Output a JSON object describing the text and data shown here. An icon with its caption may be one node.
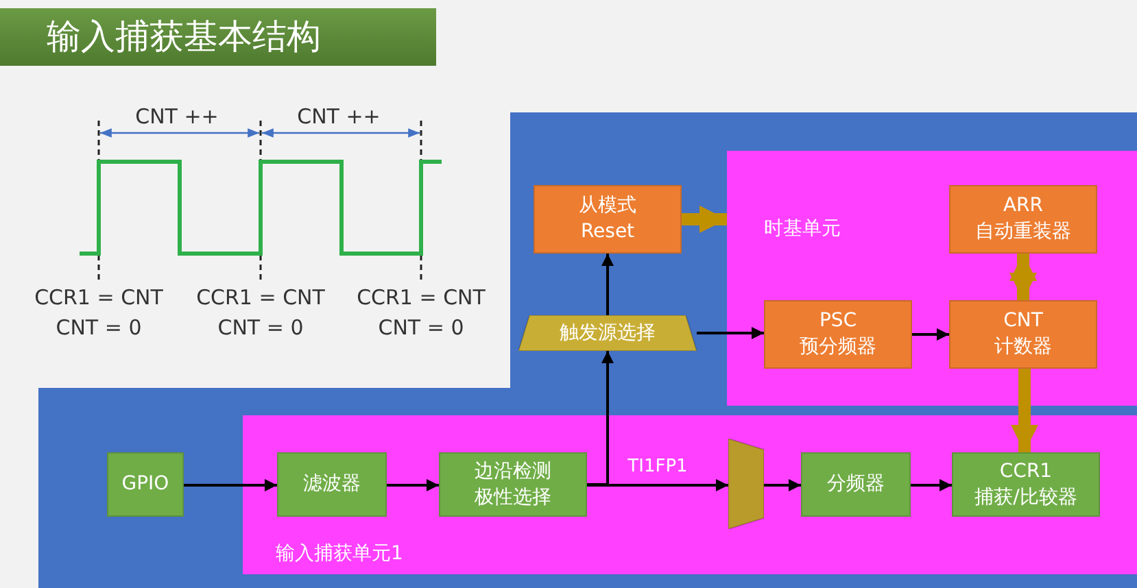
{
  "diagram": {
    "title": "输入捕获基本结构",
    "nodes": [
      {
        "text": [
          "时基单元"
        ]
      },
      {
        "text": [
          "ARR",
          "自动重装器"
        ],
        "in": 0
      },
      {
        "text": [
          "PSC",
          "预分频器"
        ],
        "in": 0
      },
      {
        "text": [
          "CNT",
          "计数器"
        ],
        "in": 0
      },
      {
        "text": [
          "从模式",
          "Reset"
        ]
      },
      {
        "text": [
          "触发源选择"
        ]
      },
      {
        "text": [
          "输入捕获单元1"
        ]
      },
      {
        "text": [
          "GPIO"
        ]
      },
      {
        "text": [
          "滤波器"
        ],
        "in": 6
      },
      {
        "text": [
          "边沿检测",
          "极性选择"
        ],
        "in": 6
      },
      {
        "text": [],
        "shape": "trapezoid",
        "in": 6
      },
      {
        "text": [
          "分频器"
        ],
        "in": 6
      },
      {
        "text": [
          "CCR1",
          "捕获/比较器"
        ],
        "in": 6
      }
    ],
    "edges": [
      {
        "from": 7,
        "to": 8,
        "arrow": "to"
      },
      {
        "from": 8,
        "to": 9,
        "arrow": "to"
      },
      {
        "from": 9,
        "to": 10,
        "arrow": "to",
        "label": "TI1FP1"
      },
      {
        "from": 9,
        "to": 5,
        "arrow": "to"
      },
      {
        "from": 10,
        "to": 11,
        "arrow": "to"
      },
      {
        "from": 11,
        "to": 12,
        "arrow": "to"
      },
      {
        "from": 5,
        "to": 4,
        "arrow": "to"
      },
      {
        "from": 5,
        "to": 2,
        "arrow": "to"
      },
      {
        "from": 2,
        "to": 3,
        "arrow": "to"
      },
      {
        "from": 4,
        "to": 0,
        "arrow": "to",
        "style": "thick",
        "color": "#bf9000"
      },
      {
        "from": 1,
        "to": 3,
        "arrow": "both",
        "style": "thick",
        "color": "#bf9000"
      },
      {
        "from": 3,
        "to": 12,
        "arrow": "to",
        "style": "thick",
        "color": "#bf9000"
      }
    ],
    "labels": [
      "CNT ++",
      "CNT ++",
      "CCR1 = CNT",
      "CCR1 = CNT",
      "CCR1 = CNT",
      "CNT = 0",
      "CNT = 0",
      "CNT = 0"
    ]
  }
}
